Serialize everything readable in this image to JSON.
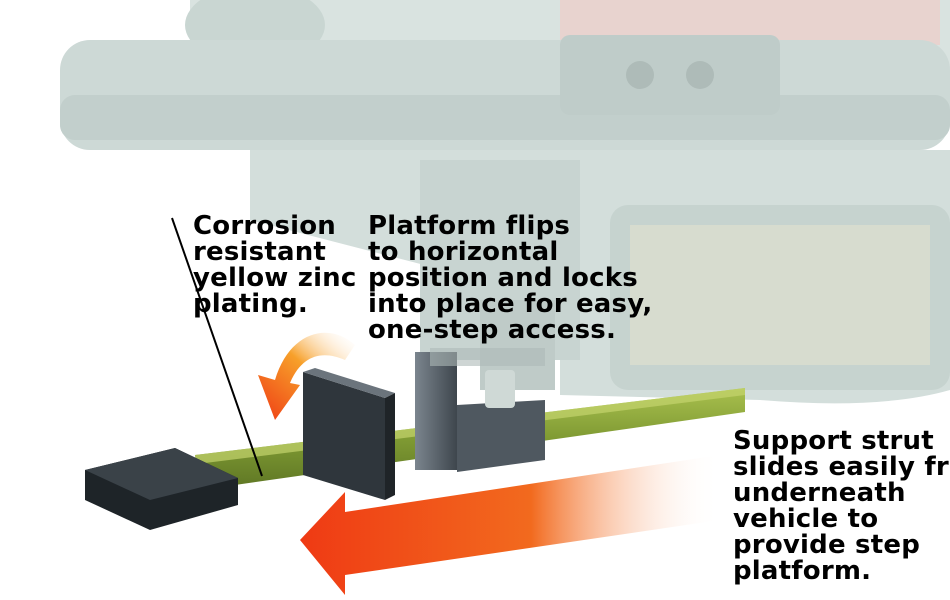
{
  "captions": {
    "corrosion": {
      "lines": [
        "Corrosion",
        "resistant",
        "yellow zinc",
        "plating."
      ]
    },
    "platform": {
      "lines": [
        "Platform flips",
        "to horizontal",
        "position and locks",
        "into place for easy,",
        "one-step access."
      ]
    },
    "support": {
      "lines": [
        "Support strut",
        "slides easily from",
        "underneath",
        "vehicle to",
        "provide step",
        "platform."
      ]
    }
  },
  "colors": {
    "text": "#000000",
    "faded_truck": "#cfdbd8",
    "bar_green": "#8fa83c",
    "arrow_red": "#ef3a14",
    "arrow_orange": "#f79a2a",
    "step_pad": "#1e2428",
    "bracket": "#5d6670"
  }
}
